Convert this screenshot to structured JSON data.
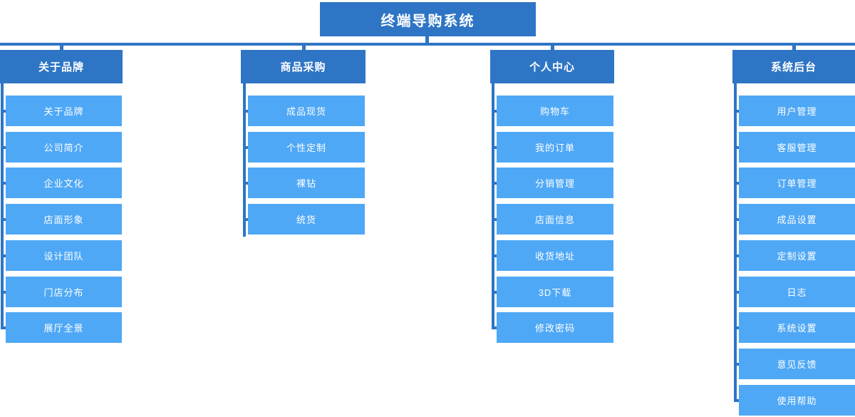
{
  "title": {
    "label": "终端导购系统"
  },
  "colors": {
    "node_dark_blue": "#2E75C5",
    "node_light_blue": "#4FA8F6",
    "text_white": "#FFFFFF",
    "background": "#FFFFFF"
  },
  "branches": [
    {
      "label": "关于品牌",
      "children": [
        "关于品牌",
        "公司简介",
        "企业文化",
        "店面形象",
        "设计团队",
        "门店分布",
        "展厅全景"
      ]
    },
    {
      "label": "商品采购",
      "children": [
        "成品现货",
        "个性定制",
        "裸钻",
        "统货"
      ]
    },
    {
      "label": "个人中心",
      "children": [
        "购物车",
        "我的订单",
        "分销管理",
        "店面信息",
        "收货地址",
        "3D下载",
        "修改密码"
      ]
    },
    {
      "label": "系统后台",
      "children": [
        "用户管理",
        "客服管理",
        "订单管理",
        "成品设置",
        "定制设置",
        "日志",
        "系统设置",
        "意见反馈",
        "使用帮助"
      ]
    }
  ]
}
